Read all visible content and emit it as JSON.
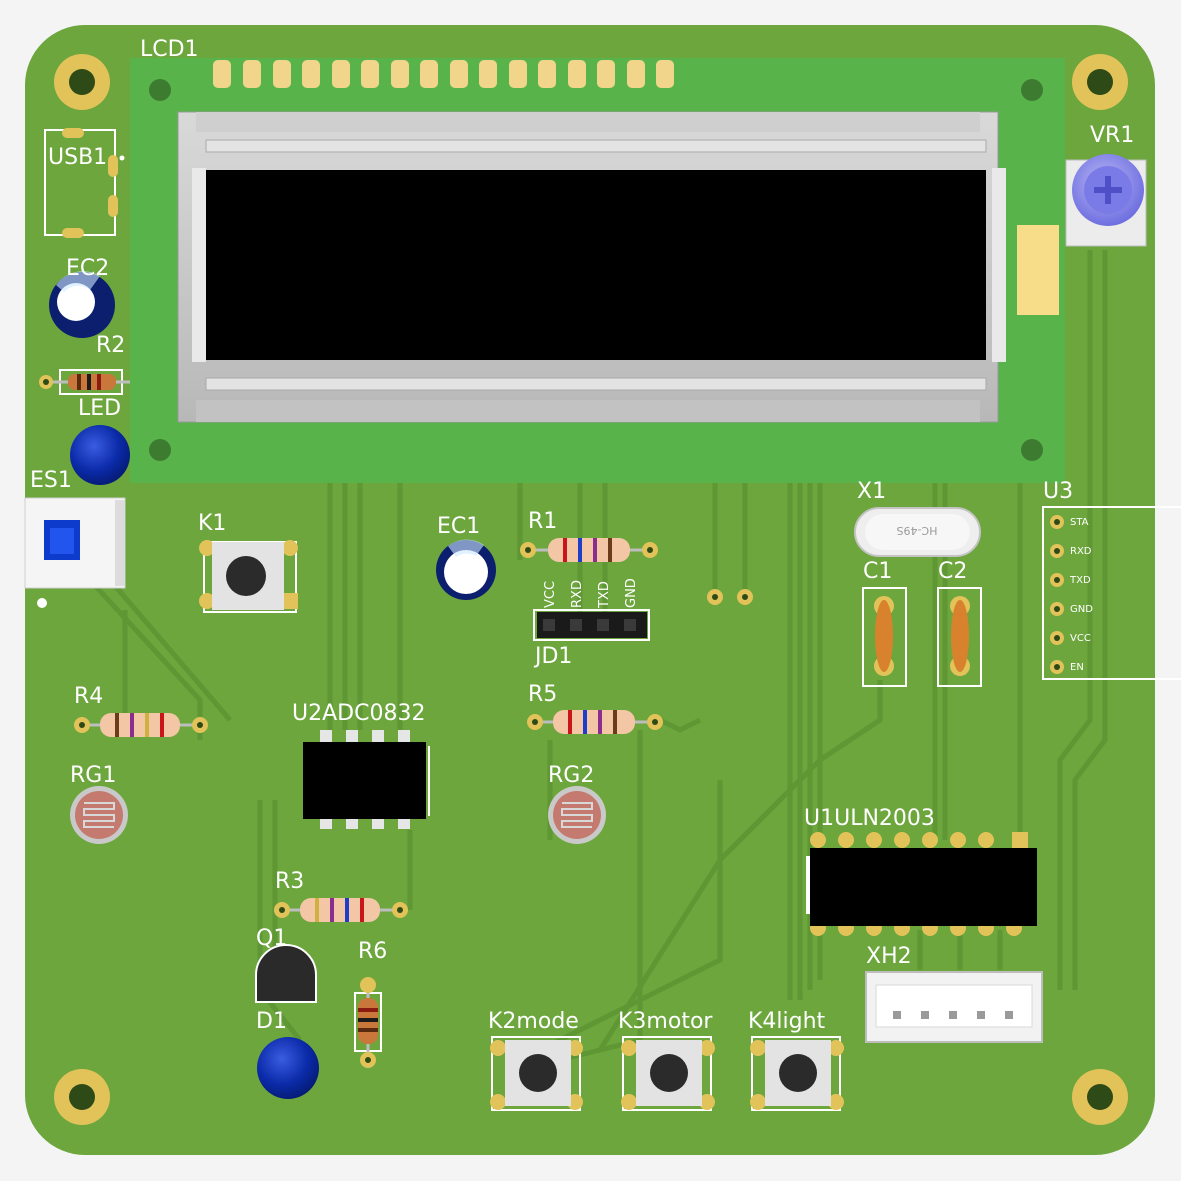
{
  "board": {
    "pcb_color": "#6ca63d",
    "trace_color": "#5e9733",
    "silk_color": "#ffffff",
    "gold_color": "#e2c35a"
  },
  "labels": {
    "lcd": "LCD1",
    "usb": "USB1",
    "ec2": "EC2",
    "r2": "R2",
    "led": "LED",
    "es1": "ES1",
    "k1": "K1",
    "ec1": "EC1",
    "r1": "R1",
    "jd1": "JD1",
    "x1": "X1",
    "c1": "C1",
    "c2": "C2",
    "u3": "U3",
    "vr1": "VR1",
    "r4": "R4",
    "rg1": "RG1",
    "u2": "U2ADC0832",
    "r5": "R5",
    "rg2": "RG2",
    "u1": "U1ULN2003",
    "r3": "R3",
    "q1": "Q1",
    "r6": "R6",
    "d1": "D1",
    "xh2": "XH2",
    "k2": "K2mode",
    "k3": "K3motor",
    "k4": "K4light"
  },
  "jd1_pins": [
    "VCC",
    "RXD",
    "TXD",
    "GND"
  ],
  "u3_pins": [
    "STA",
    "RXD",
    "TXD",
    "GND",
    "VCC",
    "EN"
  ],
  "crystal_marking": "HC-49S"
}
